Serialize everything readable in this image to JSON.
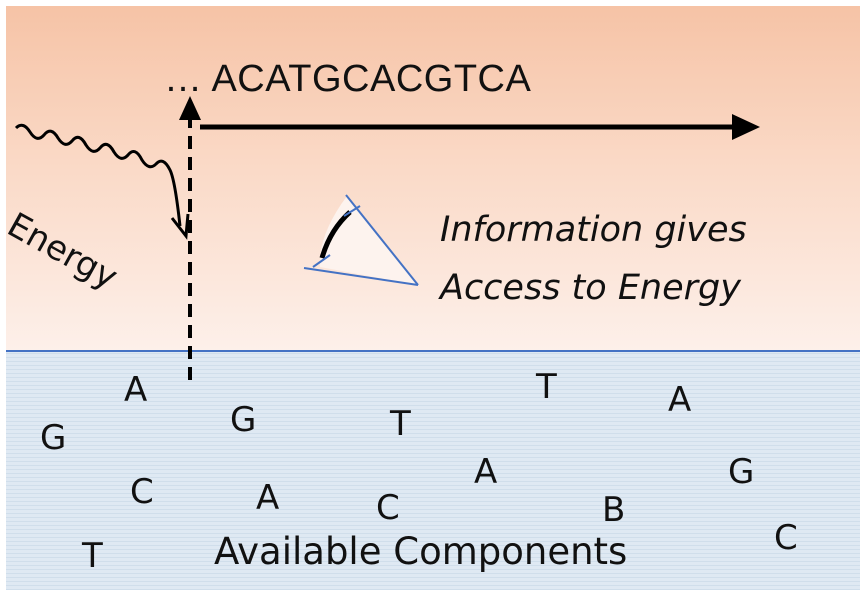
{
  "sequence": "… ACATGCACGTCA",
  "energy_label": "Energy",
  "caption": {
    "line1": "Information gives",
    "line2": "Access to Energy"
  },
  "components_label": "Available Components",
  "components": [
    "A",
    "G",
    "G",
    "T",
    "T",
    "A",
    "C",
    "A",
    "C",
    "A",
    "B",
    "G",
    "T",
    "C"
  ],
  "colors": {
    "sky_top": "#f6c3a6",
    "sky_bottom": "#fdf0ea",
    "water": "#dfe9f3",
    "surface_line": "#4472c4",
    "arrow": "#000000",
    "meter_lines": "#4472c4"
  },
  "icons": [
    "energy-wave-arrow-icon",
    "extraction-arrow-icon",
    "polymer-growth-arrow-icon",
    "gauge-meter-icon"
  ]
}
